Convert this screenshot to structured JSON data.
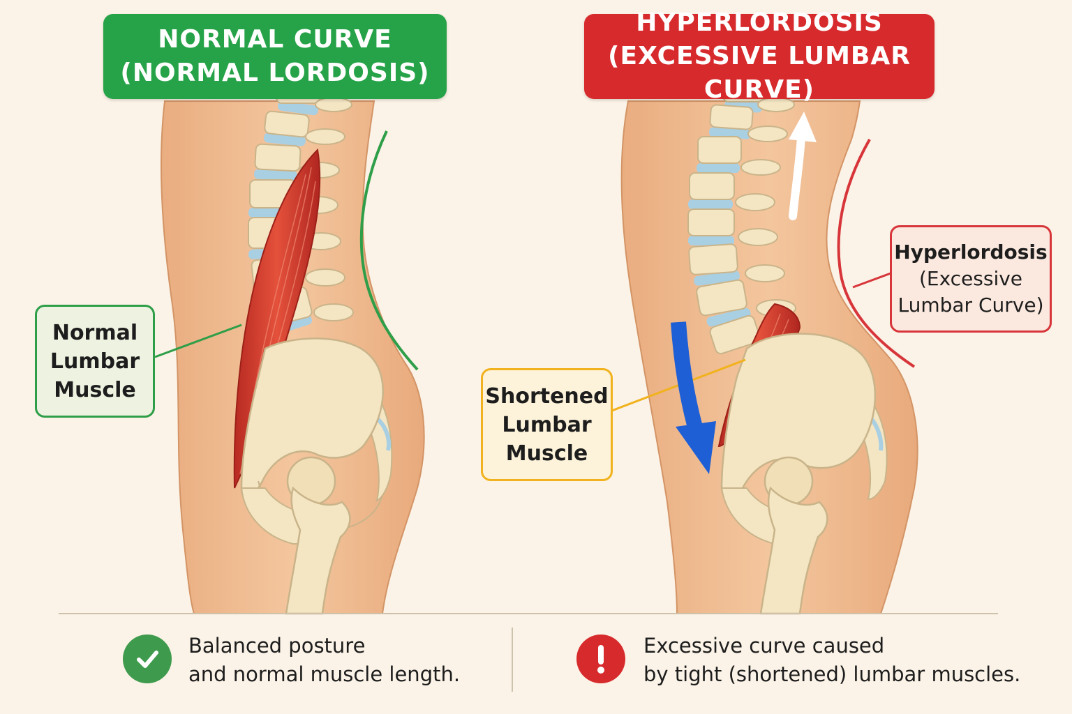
{
  "left_panel": {
    "title_line1": "NORMAL CURVE",
    "title_line2": "(NORMAL LORDOSIS)",
    "muscle_label": [
      "Normal",
      "Lumbar",
      "Muscle"
    ]
  },
  "right_panel": {
    "title_line1": "HYPERLORDOSIS",
    "title_line2": "(EXCESSIVE LUMBAR CURVE)",
    "muscle_label": [
      "Shortened",
      "Lumbar",
      "Muscle"
    ],
    "curve_label": [
      "Hyperlordosis",
      "(Excessive",
      "Lumbar Curve)"
    ]
  },
  "footer": {
    "left_line1": "Balanced posture",
    "left_line2": "and normal muscle length.",
    "right_line1": "Excessive curve caused",
    "right_line2": "by tight (shortened) lumbar muscles."
  },
  "colors": {
    "normal_green": "#26a348",
    "hyper_red": "#d72a2c",
    "shortened_yellow": "#f1b21d",
    "arrow_blue": "#1f5fd6",
    "skin": "#eeba8e",
    "bone": "#f4e5c3",
    "disc": "#a9cfe3",
    "muscle": "#d8402f"
  },
  "icons": {
    "left_badge": "check-circle-icon",
    "right_badge": "exclamation-circle-icon"
  }
}
